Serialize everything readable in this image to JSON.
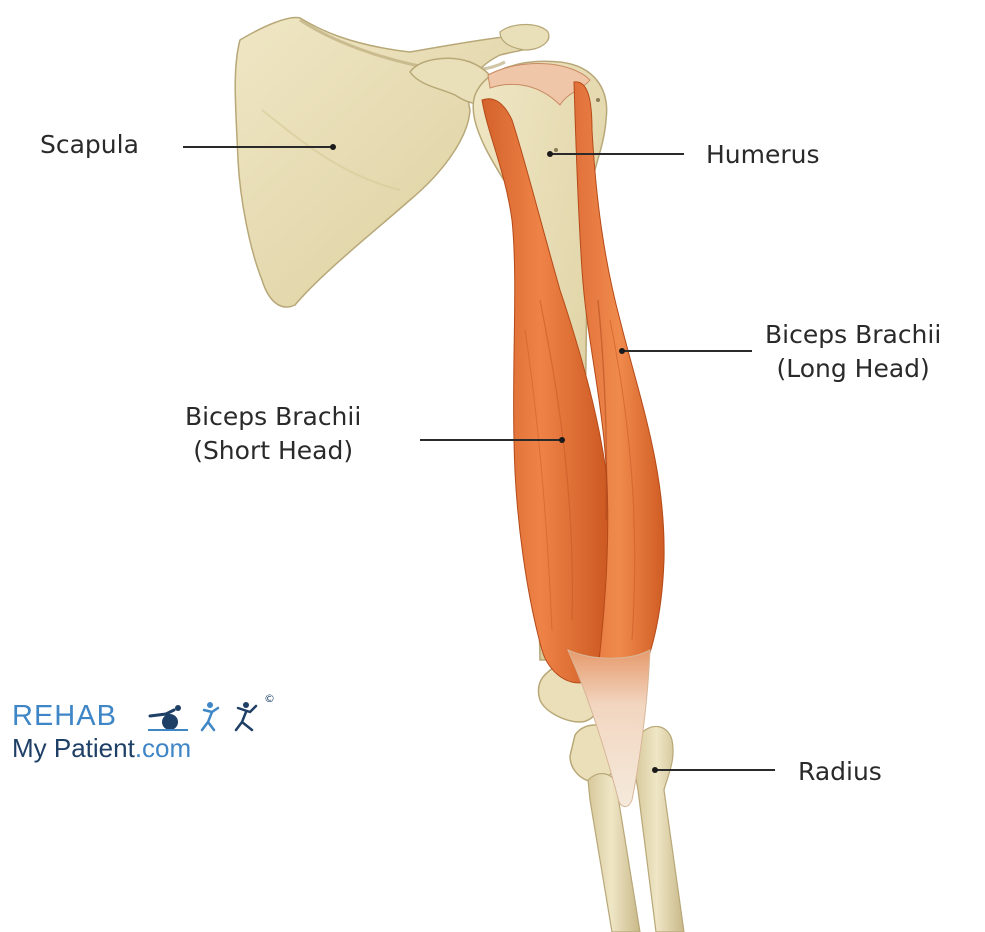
{
  "labels": {
    "scapula": "Scapula",
    "humerus": "Humerus",
    "long_head_line1": "Biceps Brachii",
    "long_head_line2": "(Long Head)",
    "short_head_line1": "Biceps Brachii",
    "short_head_line2": "(Short Head)",
    "radius": "Radius"
  },
  "logo": {
    "rehab": "REHAB",
    "copyright": "©",
    "my_patient": "My Patient",
    "dot_com": ".com"
  },
  "colors": {
    "bone": "#e6dcb4",
    "bone_shadow": "#c9ba8a",
    "muscle": "#e8743a",
    "muscle_dark": "#c95a24",
    "tendon": "#f1e2cf",
    "label_text": "#2a2a2a",
    "logo_light_blue": "#3f86c6",
    "logo_navy": "#1e3f66"
  }
}
